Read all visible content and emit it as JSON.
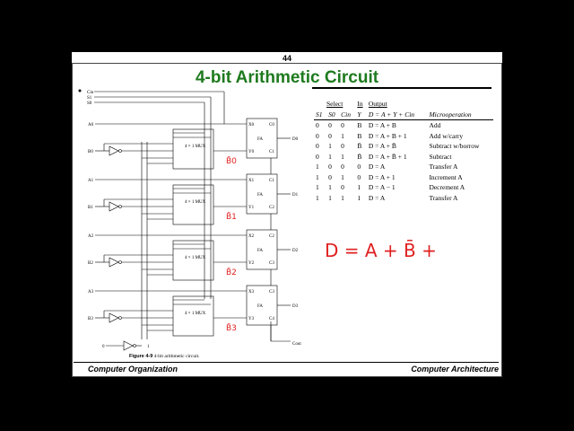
{
  "slide": {
    "page_number": "44",
    "title": "4-bit Arithmetic Circuit",
    "footer_left": "Computer Organization",
    "footer_right": "Computer Architecture",
    "figure_caption_label": "Figure 4-9",
    "figure_caption_text": "4-bit arithmetic circuit."
  },
  "table": {
    "header_groups": [
      "Select",
      "In",
      "Output"
    ],
    "columns": [
      "S1",
      "S0",
      "Cin",
      "Y",
      "D = A + Y + Cin",
      "Microoperation"
    ],
    "rows": [
      [
        "0",
        "0",
        "0",
        "B",
        "D = A + B",
        "Add"
      ],
      [
        "0",
        "0",
        "1",
        "B",
        "D = A + B + 1",
        "Add w/carry"
      ],
      [
        "0",
        "1",
        "0",
        "B̄",
        "D = A + B̄",
        "Subtract w/borrow"
      ],
      [
        "0",
        "1",
        "1",
        "B̄",
        "D = A + B̄ + 1",
        "Subtract"
      ],
      [
        "1",
        "0",
        "0",
        "0",
        "D = A",
        "Transfer A"
      ],
      [
        "1",
        "0",
        "1",
        "0",
        "D = A + 1",
        "Increment A"
      ],
      [
        "1",
        "1",
        "0",
        "1",
        "D = A − 1",
        "Decrement A"
      ],
      [
        "1",
        "1",
        "1",
        "1",
        "D = A",
        "Transfer A"
      ]
    ]
  },
  "circuit": {
    "inputs_top": [
      "Cin",
      "S1",
      "S0"
    ],
    "stages": [
      {
        "a": "A0",
        "b": "B0",
        "x": "X0",
        "y": "Y0",
        "cin": "C0",
        "cout": "C1",
        "d": "D0",
        "note": "B̄0"
      },
      {
        "a": "A1",
        "b": "B1",
        "x": "X1",
        "y": "Y1",
        "cin": "C1",
        "cout": "C2",
        "d": "D1",
        "note": "B̄1"
      },
      {
        "a": "A2",
        "b": "B2",
        "x": "X2",
        "y": "Y2",
        "cin": "C2",
        "cout": "C3",
        "d": "D2",
        "note": "B̄2"
      },
      {
        "a": "A3",
        "b": "B3",
        "x": "X3",
        "y": "Y3",
        "cin": "C3",
        "cout": "C4",
        "d": "D3",
        "note": "B̄3"
      }
    ],
    "mux_label": "4 × 1 MUX",
    "fa_label": "FA",
    "cout_label": "Cout",
    "const_zero": "0",
    "const_one": "1"
  },
  "annotation": {
    "handwritten_formula": "D = A + B̄ +"
  },
  "colors": {
    "title": "#1e7a1e",
    "ink": "#e02020",
    "background": "#000000"
  }
}
